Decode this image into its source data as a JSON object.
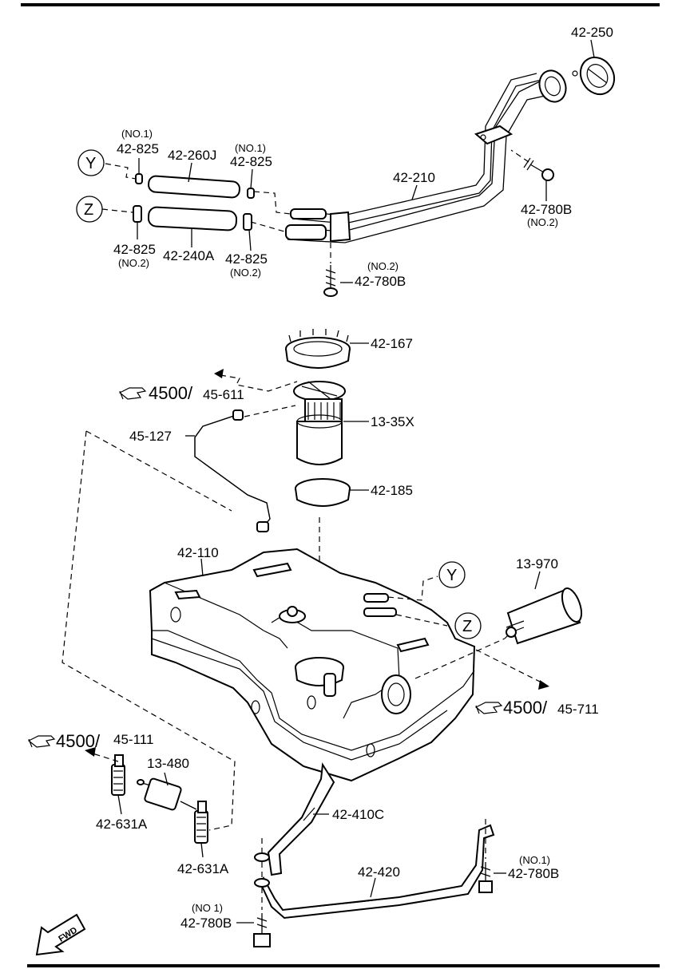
{
  "callouts": {
    "p_42_250": "42-250",
    "p_42_825_y_left": "42-825",
    "p_42_825_y_left_note": "(NO.1)",
    "p_42_260J": "42-260J",
    "p_42_825_y_right": "42-825",
    "p_42_825_y_right_note": "(NO.1)",
    "p_42_210": "42-210",
    "p_42_780B_right": "42-780B",
    "p_42_780B_right_note": "(NO.2)",
    "p_42_825_z_left": "42-825",
    "p_42_825_z_left_note": "(NO.2)",
    "p_42_240A": "42-240A",
    "p_42_825_z_right": "42-825",
    "p_42_825_z_right_note": "(NO.2)",
    "p_42_780B_mid": "42-780B",
    "p_42_780B_mid_note": "(NO.2)",
    "p_42_167": "42-167",
    "p_13_35X": "13-35X",
    "p_45_127": "45-127",
    "p_42_185": "42-185",
    "p_42_110": "42-110",
    "p_13_970": "13-970",
    "p_13_480": "13-480",
    "p_42_631A_left": "42-631A",
    "p_42_631A_right": "42-631A",
    "p_42_410C": "42-410C",
    "p_42_420": "42-420",
    "p_42_780B_lower_right": "42-780B",
    "p_42_780B_lower_right_note": "(NO.1)",
    "p_42_780B_bottom": "42-780B",
    "p_42_780B_bottom_note": "(NO 1)"
  },
  "cross_refs": {
    "top": {
      "group": "4500",
      "sep": "/",
      "section": "45-611"
    },
    "right": {
      "group": "4500",
      "sep": "/",
      "section": "45-711"
    },
    "left": {
      "group": "4500",
      "sep": "/",
      "section": "45-111"
    }
  },
  "connection_markers": {
    "y": "Y",
    "z": "Z"
  },
  "direction_badge": "FWD",
  "icons": {
    "reference": "pointing-hand-icon",
    "direction": "forward-arrow-icon"
  }
}
